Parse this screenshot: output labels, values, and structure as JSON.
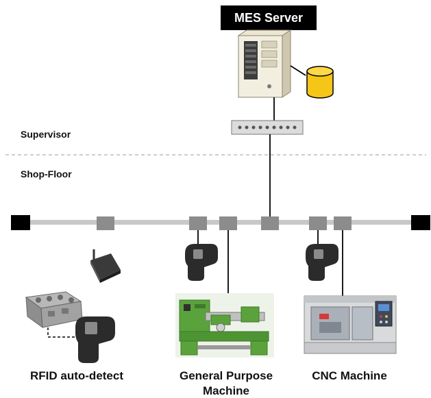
{
  "server": {
    "title": "MES Server"
  },
  "zones": {
    "supervisor": "Supervisor",
    "shop_floor": "Shop-Floor"
  },
  "captions": {
    "rfid": "RFID auto-detect",
    "general_line1": "General Purpose",
    "general_line2": "Machine",
    "cnc": "CNC Machine"
  },
  "colors": {
    "bus": "#c8c8c8",
    "node": "#8c8c8c",
    "terminator": "#000000",
    "database": "#f5c518",
    "divider": "#bdbdbd",
    "lathe_green": "#5aa33c",
    "cnc_gray": "#d9dadc"
  },
  "icons": {
    "server": "server-tower-icon",
    "database": "database-cylinder-icon",
    "switch": "network-switch-icon",
    "router": "wireless-router-icon",
    "reader": "rfid-reader-icon",
    "part": "engine-block-icon",
    "lathe": "lathe-machine-icon",
    "cnc": "cnc-machine-icon"
  }
}
